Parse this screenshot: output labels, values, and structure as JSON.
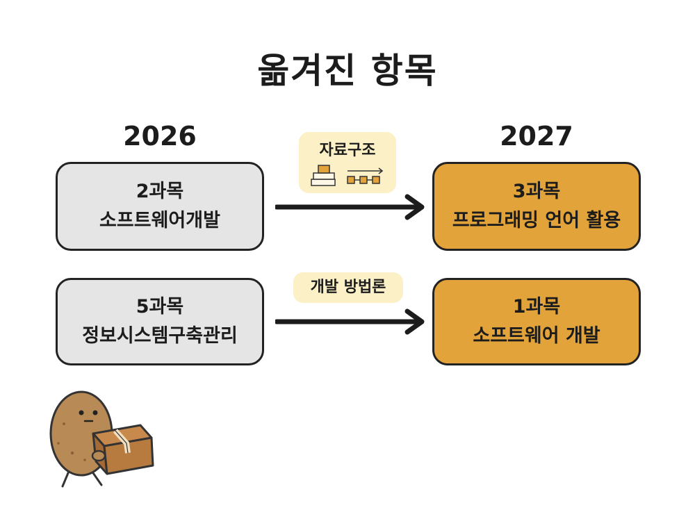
{
  "title": "옮겨진 항목",
  "columns": {
    "from_year": "2026",
    "to_year": "2027"
  },
  "mappings": [
    {
      "from_lines": [
        "2과목",
        "소프트웨어개발"
      ],
      "to_lines": [
        "3과목",
        "프로그래밍 언어 활용"
      ],
      "tag": "자료구조"
    },
    {
      "from_lines": [
        "5과목",
        "정보시스템구축관리"
      ],
      "to_lines": [
        "1과목",
        "소프트웨어 개발"
      ],
      "tag": "개발 방법론"
    }
  ],
  "colors": {
    "from_box": "#e5e5e5",
    "to_box": "#e2a33a",
    "tag": "#fbf0c6",
    "outline": "#222222"
  },
  "icons": [
    "stacked-boxes-icon",
    "data-structure-arrow-icon",
    "potato-mascot-icon"
  ]
}
